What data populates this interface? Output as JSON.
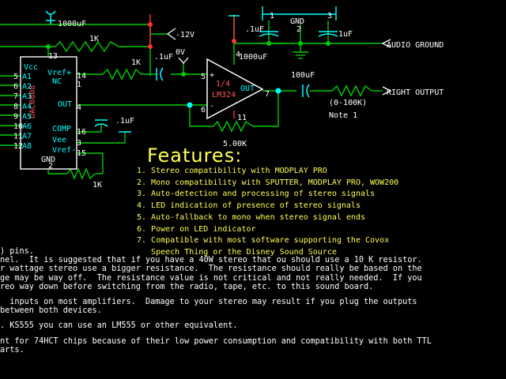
{
  "schematic": {
    "caps": {
      "c_top": "1000uF",
      "c_vref": ".1uF",
      "c_comp": ".1uF",
      "c_pos": ".1uF",
      "c_gnd": "1uF",
      "c_supply": "1000uF",
      "c_out": "100uF"
    },
    "resistors": {
      "r_top": "1K",
      "r_vref": "1K",
      "r_bottom": "1K",
      "r_feedback": "5.00K",
      "r_out": "(0-100K)"
    },
    "supply": {
      "neg": "-12V",
      "zero": "0V",
      "gnd": "GND"
    },
    "nets": {
      "audio_ground": "AUDIO GROUND",
      "right_output": "RIGHT OUTPUT",
      "note": "Note 1"
    },
    "dac": {
      "name": "DAC0808",
      "pins_left": [
        "5",
        "6",
        "7",
        "8",
        "9",
        "10",
        "11",
        "12"
      ],
      "labels_left": [
        "A1",
        "A2",
        "A3",
        "A4",
        "A5",
        "A6",
        "A7",
        "A8"
      ],
      "pins_right": [
        "14",
        "1",
        "4",
        "16",
        "3",
        "15"
      ],
      "labels_right": [
        "Vref+",
        "NC",
        "OUT",
        "COMP",
        "Vee",
        "Vref-"
      ],
      "vcc": "Vcc",
      "vcc_pin": "13",
      "gnd": "GND",
      "gnd_pin": "2"
    },
    "opamp": {
      "name": "LM324",
      "fraction": "1/4",
      "out": "OUT",
      "pin_plus": "5",
      "pin_minus": "6",
      "pin_out": "7",
      "pin_vpos": "4",
      "pin_gnd": "11",
      "plus_sign": "+",
      "minus_sign": "-"
    },
    "gnd_pins": [
      "1",
      "2",
      "3"
    ]
  },
  "features": {
    "title": "Features:",
    "items": [
      "1. Stereo compatibility with MODPLAY PRO",
      "2. Mono compatibility with SPUTTER, MODPLAY PRO, WOW200",
      "3. Auto-detection and processing of stereo signals",
      "4. LED indication of presence of stereo signals",
      "5. Auto-fallback to mono when stereo signal ends",
      "6. Power on LED indicator",
      "7. Compatible with most software supporting the Covox",
      "   Speech Thing or the Disney Sound Source"
    ]
  },
  "notes": [
    ") pins.",
    "nel.  It is suggested that if you have a 40W stereo that ou should use a 10 K resistor.",
    "r wattage stereo use a bigger resistance.  The resistance should really be based on the",
    "ge may be way off.  The resistance value is not critical and not really needed.  If you",
    "reo way down before switching from the radio, tape, etc. to this sound board.",
    "",
    "  inputs on most amplifiers.  Damage to your stereo may result if you plug the outputs",
    "between both devices.",
    "",
    ". KS555 you can use an LM555 or other equivalent.",
    "",
    "nt for 74HCT chips because of their low power consumption and compatibility with both TTL",
    "arts."
  ]
}
